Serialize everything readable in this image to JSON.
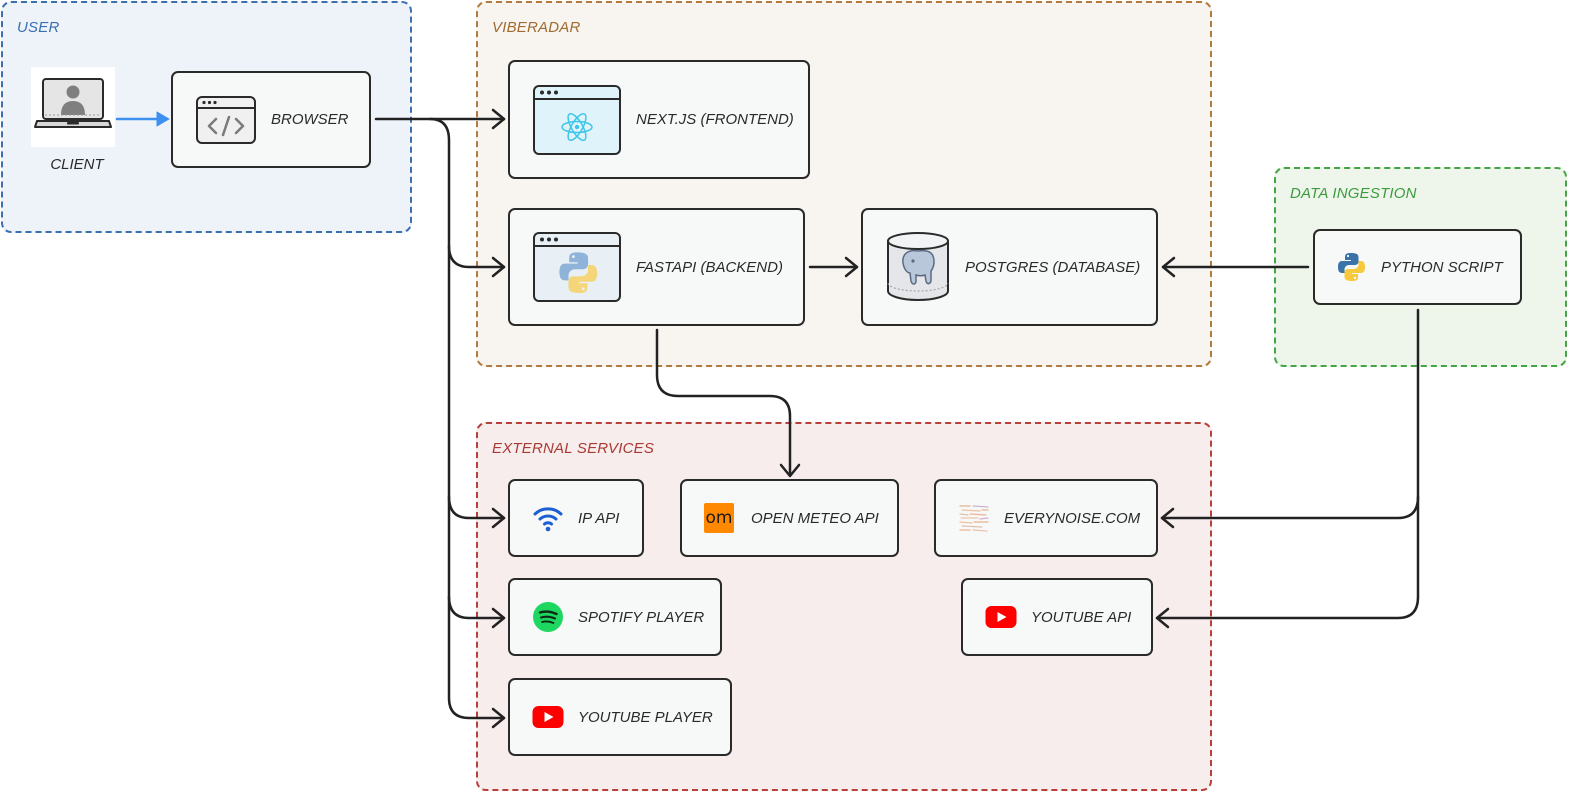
{
  "groups": {
    "user": {
      "label": "USER"
    },
    "viberadar": {
      "label": "VIBERADAR"
    },
    "data_ingestion": {
      "label": "DATA INGESTION"
    },
    "external_services": {
      "label": "EXTERNAL SERVICES"
    }
  },
  "nodes": {
    "client": {
      "label": "CLIENT",
      "icon": "laptop-user-icon"
    },
    "browser": {
      "label": "BROWSER",
      "icon": "code-window-icon"
    },
    "nextjs": {
      "label": "NEXT.JS (FRONTEND)",
      "icon": "react-window-icon"
    },
    "fastapi": {
      "label": "FASTAPI (BACKEND)",
      "icon": "python-window-icon"
    },
    "postgres": {
      "label": "POSTGRES (DATABASE)",
      "icon": "postgres-database-icon"
    },
    "python_script": {
      "label": "PYTHON SCRIPT",
      "icon": "python-icon"
    },
    "ip_api": {
      "label": "IP API",
      "icon": "wifi-icon"
    },
    "open_meteo": {
      "label": "OPEN METEO API",
      "icon": "open-meteo-icon",
      "icon_text": "om"
    },
    "everynoise": {
      "label": "EVERYNOISE.COM",
      "icon": "everynoise-icon"
    },
    "spotify_player": {
      "label": "SPOTIFY PLAYER",
      "icon": "spotify-icon"
    },
    "youtube_api": {
      "label": "YOUTUBE API",
      "icon": "youtube-icon"
    },
    "youtube_player": {
      "label": "YOUTUBE PLAYER",
      "icon": "youtube-icon"
    }
  },
  "connections": [
    {
      "from": "client",
      "to": "browser",
      "color": "#3d8ff0"
    },
    {
      "from": "browser",
      "to": "nextjs",
      "color": "#222222"
    },
    {
      "from": "browser",
      "to": "fastapi",
      "color": "#222222"
    },
    {
      "from": "browser",
      "to": "ip_api",
      "color": "#222222"
    },
    {
      "from": "browser",
      "to": "spotify_player",
      "color": "#222222"
    },
    {
      "from": "browser",
      "to": "youtube_player",
      "color": "#222222"
    },
    {
      "from": "fastapi",
      "to": "postgres",
      "color": "#222222"
    },
    {
      "from": "fastapi",
      "to": "open_meteo",
      "color": "#222222"
    },
    {
      "from": "python_script",
      "to": "postgres",
      "color": "#222222"
    },
    {
      "from": "python_script",
      "to": "everynoise",
      "color": "#222222"
    },
    {
      "from": "python_script",
      "to": "youtube_api",
      "color": "#222222"
    }
  ],
  "colors": {
    "user_border": "#3a6fb0",
    "viberadar_border": "#b27a3d",
    "ingestion_border": "#43a543",
    "external_border": "#b8403a",
    "client_arrow": "#3d8ff0",
    "spotify": "#1ed760",
    "youtube": "#ff0000",
    "open_meteo": "#ff8800"
  }
}
